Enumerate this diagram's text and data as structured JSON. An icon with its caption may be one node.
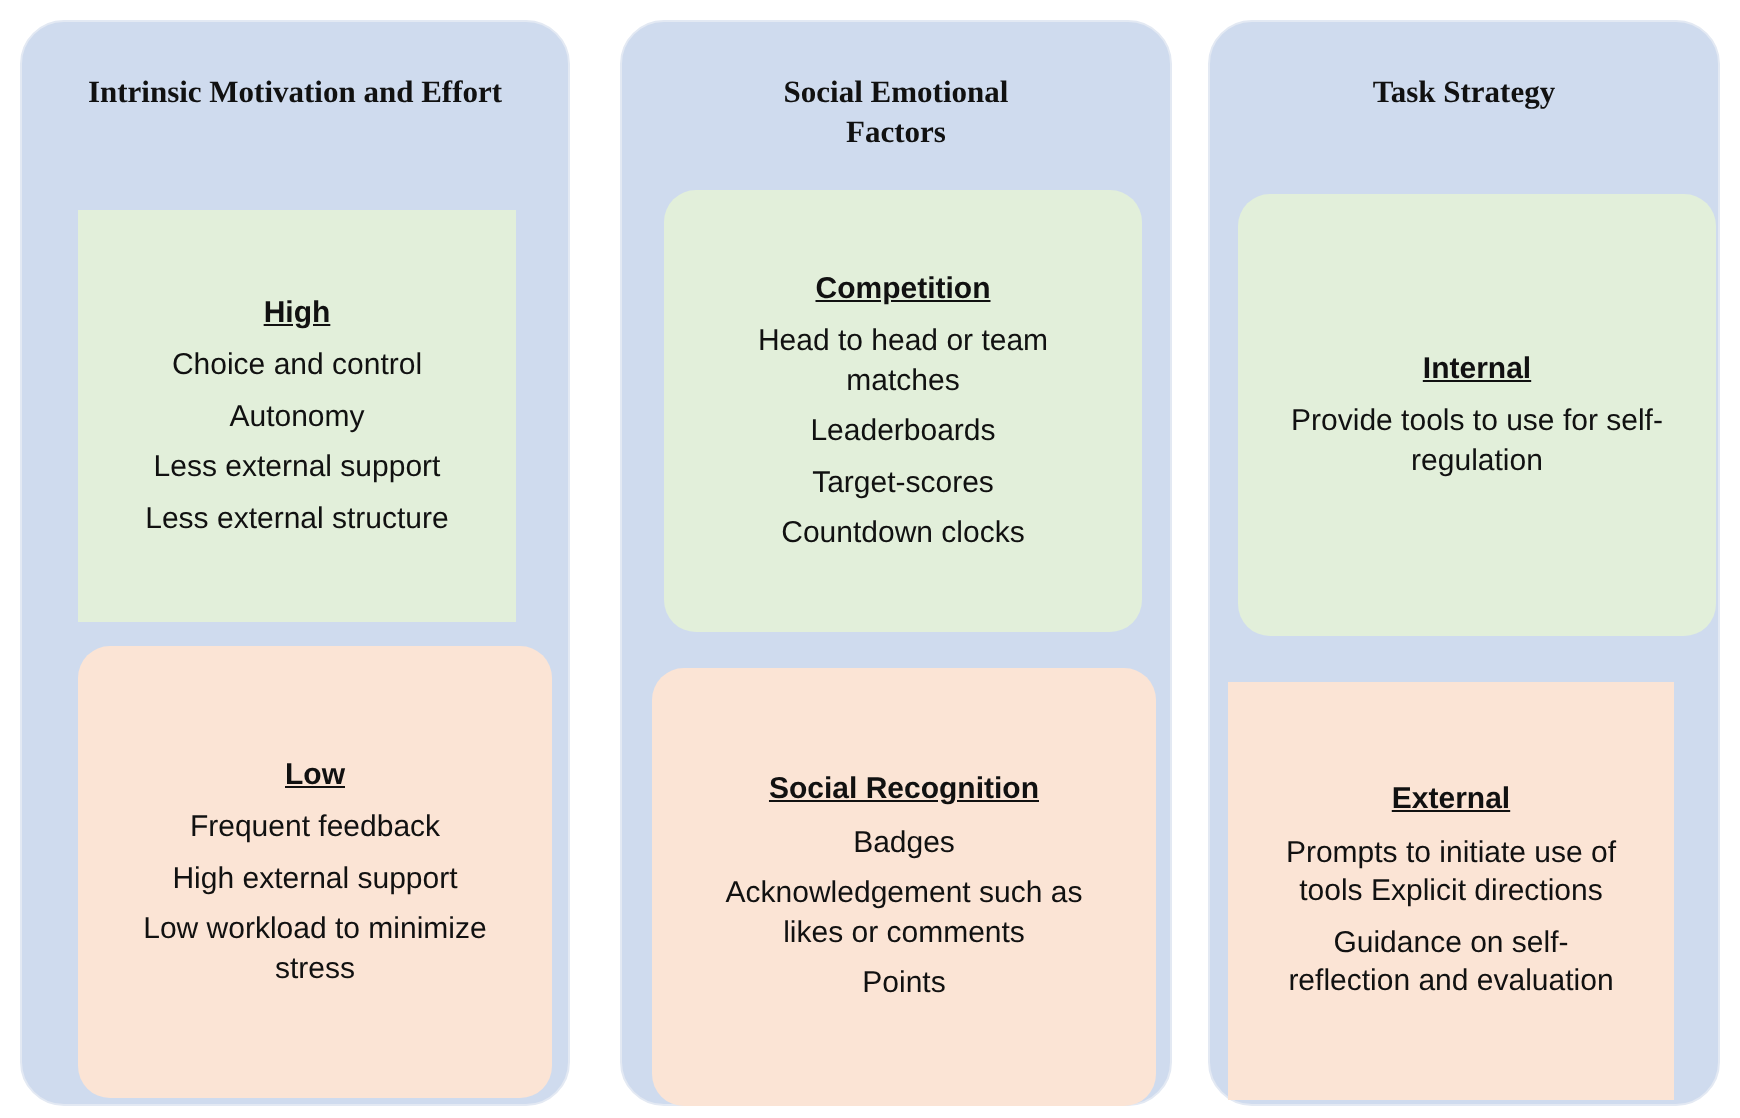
{
  "diagram": {
    "nodes": [
      {
        "text": [
          "Intrinsic Motivation and Effort"
        ]
      },
      {
        "text": [
          "High",
          "Choice and control",
          "Autonomy",
          "Less external support",
          "Less external structure"
        ],
        "in": 0
      },
      {
        "text": [
          "Low",
          "Frequent feedback",
          "High external support",
          "Low workload to minimize stress"
        ],
        "in": 0
      },
      {
        "text": [
          "Social Emotional Factors"
        ]
      },
      {
        "text": [
          "Competition",
          "Head to head or team matches",
          "Leaderboards",
          "Target-scores",
          "Countdown clocks"
        ],
        "in": 3
      },
      {
        "text": [
          "Social Recognition",
          "Badges",
          "Acknowledgement such as likes or comments",
          "Points"
        ],
        "in": 3
      },
      {
        "text": [
          "Task Strategy"
        ]
      },
      {
        "text": [
          "Internal",
          "Provide tools to use for self-regulation"
        ],
        "in": 6
      },
      {
        "text": [
          "External",
          "Prompts to initiate use of tools Explicit directions",
          "Guidance on self-reflection and evaluation"
        ],
        "in": 6
      }
    ]
  }
}
